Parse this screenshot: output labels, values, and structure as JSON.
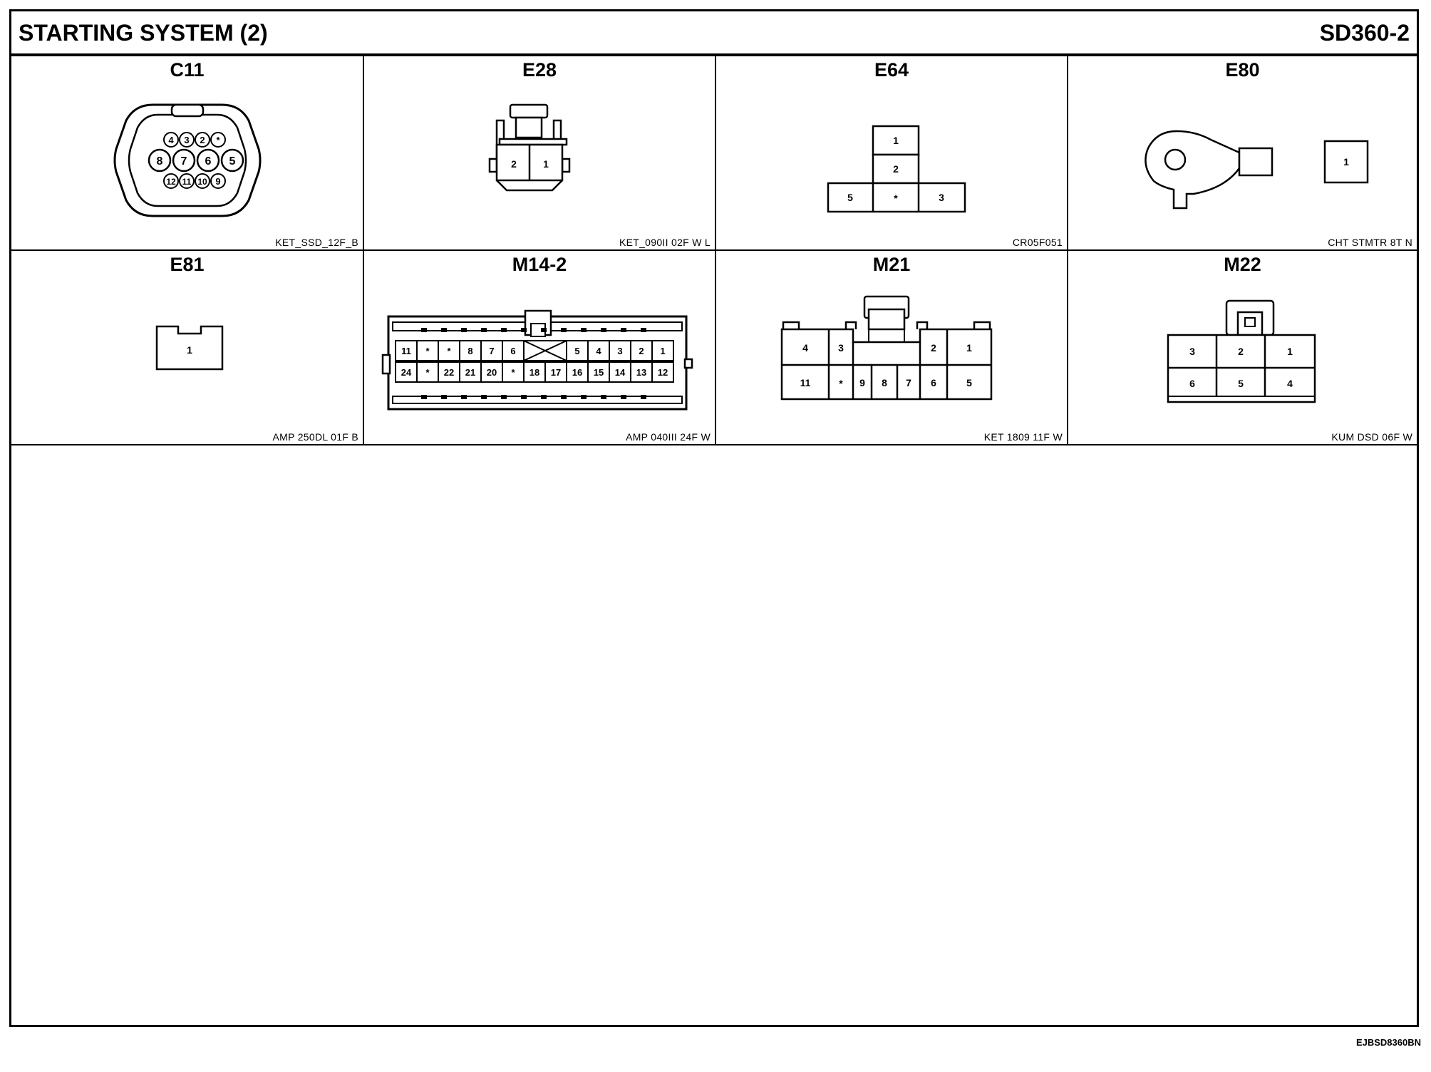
{
  "header": {
    "title": "STARTING SYSTEM (2)",
    "code": "SD360-2"
  },
  "connectors": [
    {
      "id": "C11",
      "part": "KET_SSD_12F_B",
      "pins_row1": [
        "4",
        "3",
        "2",
        "*"
      ],
      "pins_row2": [
        "8",
        "7",
        "6",
        "5"
      ],
      "pins_row3": [
        "12",
        "11",
        "10",
        "9"
      ]
    },
    {
      "id": "E28",
      "part": "KET_090II 02F W L",
      "pins": [
        "2",
        "1"
      ]
    },
    {
      "id": "E64",
      "part": "CR05F051",
      "pins": [
        "1",
        "2",
        "5",
        "*",
        "3"
      ]
    },
    {
      "id": "E80",
      "part": "CHT STMTR 8T N",
      "pins": [
        "1"
      ]
    },
    {
      "id": "E81",
      "part": "AMP 250DL 01F B",
      "pins": [
        "1"
      ]
    },
    {
      "id": "M14-2",
      "part": "AMP 040III 24F W",
      "pins_row1": [
        "11",
        "*",
        "*",
        "8",
        "7",
        "6",
        "",
        "5",
        "4",
        "3",
        "2",
        "1"
      ],
      "pins_row2": [
        "24",
        "*",
        "22",
        "21",
        "20",
        "*",
        "18",
        "17",
        "16",
        "15",
        "14",
        "13",
        "12"
      ]
    },
    {
      "id": "M21",
      "part": "KET 1809 11F W",
      "pins_row1": [
        "4",
        "3",
        "2",
        "1"
      ],
      "pins_row2": [
        "11",
        "*",
        "9",
        "8",
        "7",
        "6",
        "5"
      ]
    },
    {
      "id": "M22",
      "part": "KUM DSD 06F W",
      "pins_row1": [
        "3",
        "2",
        "1"
      ],
      "pins_row2": [
        "6",
        "5",
        "4"
      ]
    }
  ],
  "footer": {
    "code": "EJBSD8360BN"
  }
}
